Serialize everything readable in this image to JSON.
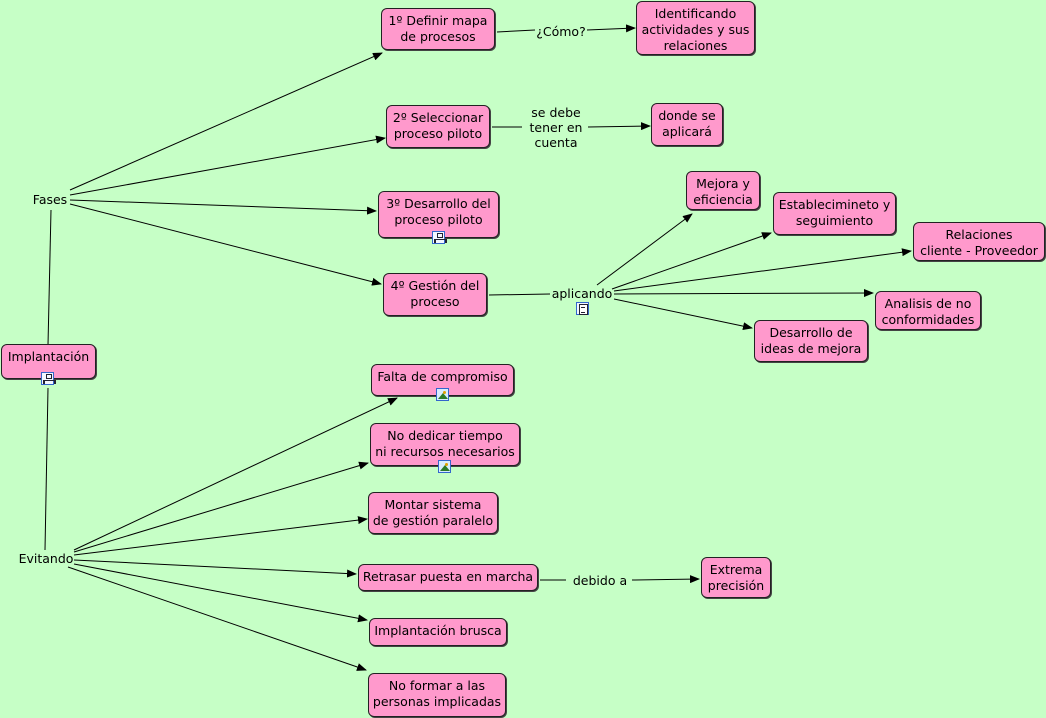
{
  "nodes": {
    "implantacion": "Implantación",
    "definir_mapa": "1º Definir mapa\nde procesos",
    "identificando": "Identificando\nactividades y sus\nrelaciones",
    "seleccionar": "2º Seleccionar\nproceso piloto",
    "donde_aplicara": "donde se\naplicará",
    "desarrollo_piloto": "3º Desarrollo del\nproceso piloto",
    "gestion": "4º Gestión del\nproceso",
    "mejora": "Mejora y\neficiencia",
    "establecimiento": "Establecimineto y\nseguimiento",
    "relaciones": "Relaciones\ncliente - Proveedor",
    "analisis": "Analisis de no\nconformidades",
    "ideas_mejora": "Desarrollo de\nideas de mejora",
    "falta_compromiso": "Falta de compromiso",
    "no_dedicar": "No dedicar tiempo\nni recursos necesarios",
    "montar": "Montar sistema\nde gestión paralelo",
    "retrasar": "Retrasar puesta en marcha",
    "extrema": "Extrema\nprecisión",
    "brusca": "Implantación brusca",
    "no_formar": "No formar a las\npersonas implicadas"
  },
  "labels": {
    "fases": "Fases",
    "evitando": "Evitando",
    "como": "¿Cómo?",
    "se_debe": "se debe\ntener en\ncuenta",
    "aplicando": "aplicando",
    "debido": "debido a"
  },
  "icons": {
    "implantacion": "hierarchy-icon",
    "desarrollo_piloto": "hierarchy-icon",
    "aplicando": "document-icon",
    "falta_compromiso": "image-icon",
    "no_dedicar": "image-icon"
  }
}
